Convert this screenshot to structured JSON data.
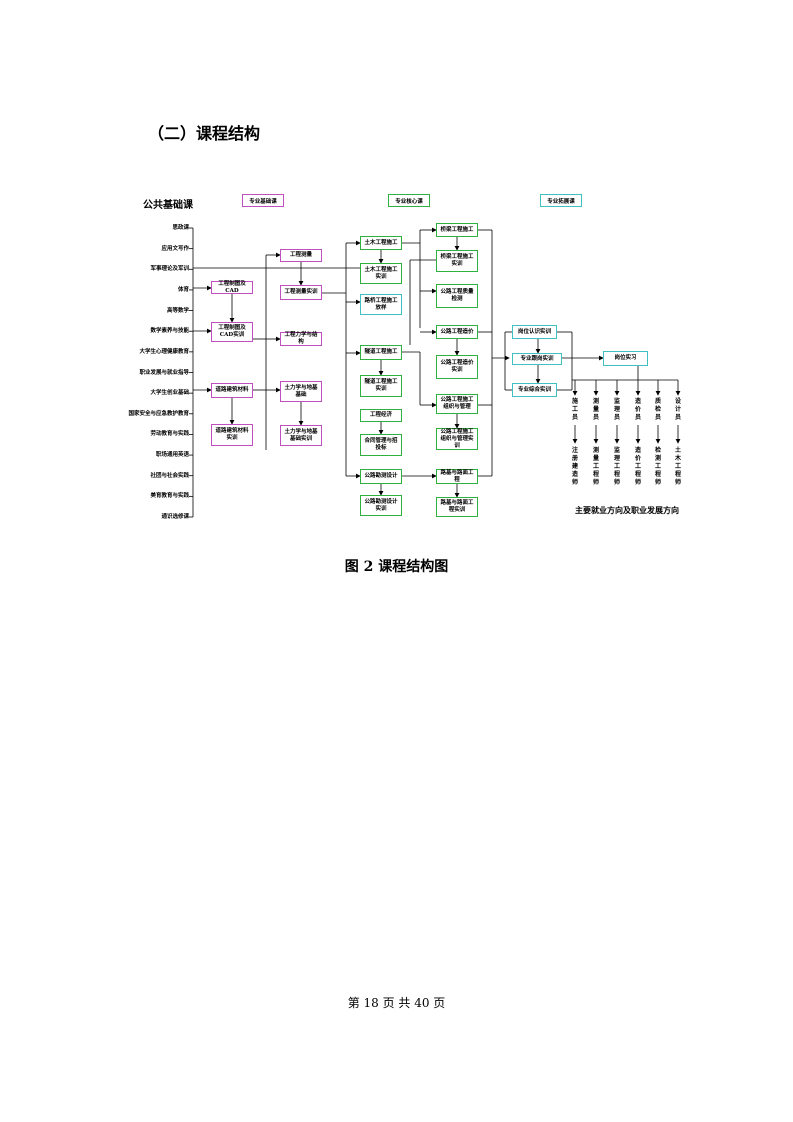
{
  "document": {
    "section_heading": "（二）课程结构",
    "figure_caption": "图 2  课程结构图",
    "footer": "第 18 页 共 40 页"
  },
  "diagram": {
    "public_title": "公共基础课",
    "legend": {
      "basic": "专业基础课",
      "core": "专业核心课",
      "extension": "专业拓展课"
    },
    "public_courses": [
      "思政课",
      "应用文写作",
      "军事理论及军训",
      "体育",
      "高等数学",
      "数学素养与技能",
      "大学生心理健康教育",
      "职业发展与就业指导",
      "大学生创业基础",
      "国家安全与应急教护教育",
      "劳动教育与实践",
      "职场通用英语",
      "社团与社会实践",
      "美育教育与实践",
      "通识选修课"
    ],
    "basic_courses": {
      "drawing_cad": "工程制图及CAD",
      "drawing_cad_training": "工程制图及CAD实训",
      "road_materials": "道路建筑材料",
      "road_materials_training": "道路建筑材料实训",
      "survey": "工程测量",
      "survey_training": "工程测量实训",
      "mechanics": "工程力学与结构",
      "soil": "土力学与地基基础",
      "soil_training": "土力学与地基基础实训"
    },
    "core_courses": {
      "civil_construction": "土木工程施工",
      "civil_construction_training": "土木工程施工实训",
      "bridge_scheme": "路桥工程施工放样",
      "tunnel": "隧道工程施工",
      "tunnel_training": "隧道工程施工实训",
      "economics": "工程经济",
      "contract": "合同管理与招投标",
      "road_survey_design": "公路勘测设计",
      "road_survey_design_training": "公路勘测设计实训",
      "bridge": "桥梁工程施工",
      "bridge_training": "桥梁工程施工实训",
      "quality": "公路工程质量检测",
      "cost": "公路工程造价",
      "cost_training": "公路工程造价实训",
      "org": "公路工程施工组织与管理",
      "org_training": "公路工程施工组织与管理实训",
      "subgrade": "路基与路面工程",
      "subgrade_training": "路基与路面工程实训"
    },
    "extension_courses": {
      "cognition": "岗位认识实训",
      "follow": "专业跟岗实训",
      "comprehensive": "专业综合实训"
    },
    "internship": "岗位实习",
    "roles": [
      "施工员",
      "测量员",
      "监理员",
      "造价员",
      "质检员",
      "设计员"
    ],
    "career_paths": [
      "注册建造师",
      "测量工程师",
      "监理工程师",
      "造价工程师",
      "检测工程师",
      "土木工程师"
    ],
    "career_title": "主要就业方向及职业发展方向",
    "colors": {
      "basic": "#c050c0",
      "core": "#30b040",
      "extension": "#40c0c0"
    }
  }
}
